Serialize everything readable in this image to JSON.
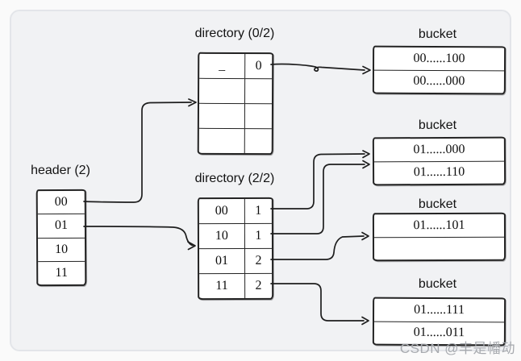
{
  "header": {
    "label": "header (2)",
    "rows": [
      "00",
      "01",
      "10",
      "11"
    ]
  },
  "directory_top": {
    "label": "directory (0/2)",
    "rows": [
      [
        "_",
        "0"
      ],
      [
        "",
        ""
      ],
      [
        "",
        ""
      ],
      [
        "",
        ""
      ]
    ]
  },
  "directory_bottom": {
    "label": "directory (2/2)",
    "rows": [
      [
        "00",
        "1"
      ],
      [
        "10",
        "1"
      ],
      [
        "01",
        "2"
      ],
      [
        "11",
        "2"
      ]
    ]
  },
  "buckets": [
    {
      "label": "bucket",
      "rows": [
        "00......100",
        "00......000"
      ]
    },
    {
      "label": "bucket",
      "rows": [
        "01......000",
        "01......110"
      ]
    },
    {
      "label": "bucket",
      "rows": [
        "01......101",
        ""
      ]
    },
    {
      "label": "bucket",
      "rows": [
        "01......111",
        "01......011"
      ]
    }
  ],
  "watermark": "CSDN @丰是幡动",
  "colors": {
    "stroke": "#1e1e1e",
    "table_fill": "#ffffff",
    "canvas_background": "#f1f2f4",
    "frame_border": "#e3e5e9",
    "watermark": "#a7aaaf"
  }
}
